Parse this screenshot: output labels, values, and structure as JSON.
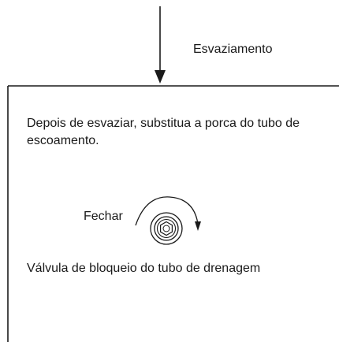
{
  "step": {
    "label": "Esvaziamento"
  },
  "panel": {
    "instruction": "Depois de esvaziar, substitua a porca do tubo de escoamento.",
    "close_label": "Fechar",
    "valve_caption": "Válvula de bloqueio do tubo de drenagem"
  },
  "icons": {
    "down_arrow": "down-arrow-icon",
    "rotation_arrow": "clockwise-rotation-icon",
    "valve": "hex-nut-valve-icon"
  },
  "colors": {
    "line": "#1a1a1a",
    "background": "#ffffff"
  }
}
